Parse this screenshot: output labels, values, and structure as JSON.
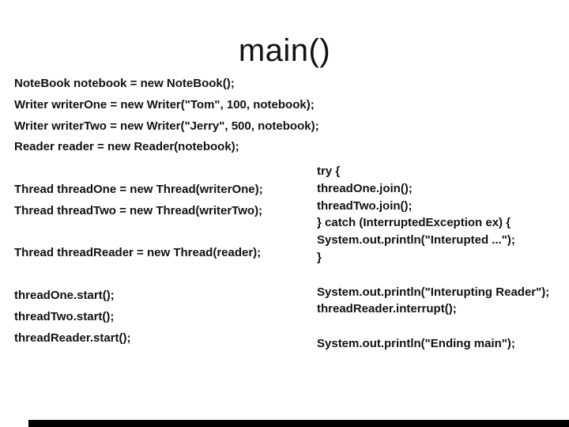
{
  "slide": {
    "title": "main()",
    "colors": {
      "background": "#ffffff",
      "text": "#111111",
      "bottom_bar": "#000000"
    }
  },
  "left_column": {
    "lines": [
      "NoteBook notebook = new NoteBook();",
      "Writer writerOne = new Writer(\"Tom\", 100, notebook);",
      "Writer writerTwo = new Writer(\"Jerry\", 500, notebook);",
      "Reader reader = new Reader(notebook);",
      "",
      "Thread threadOne = new Thread(writerOne);",
      "Thread threadTwo = new Thread(writerTwo);",
      "",
      "Thread threadReader = new Thread(reader);",
      "",
      "threadOne.start();",
      "threadTwo.start();",
      "threadReader.start();"
    ]
  },
  "right_column": {
    "lines": [
      "try {",
      "threadOne.join();",
      "threadTwo.join();",
      "} catch (InterruptedException ex) {",
      "System.out.println(\"Interupted ...\");",
      "}",
      "",
      "System.out.println(\"Interupting Reader\");",
      "threadReader.interrupt();",
      "",
      "System.out.println(\"Ending main\");"
    ]
  }
}
